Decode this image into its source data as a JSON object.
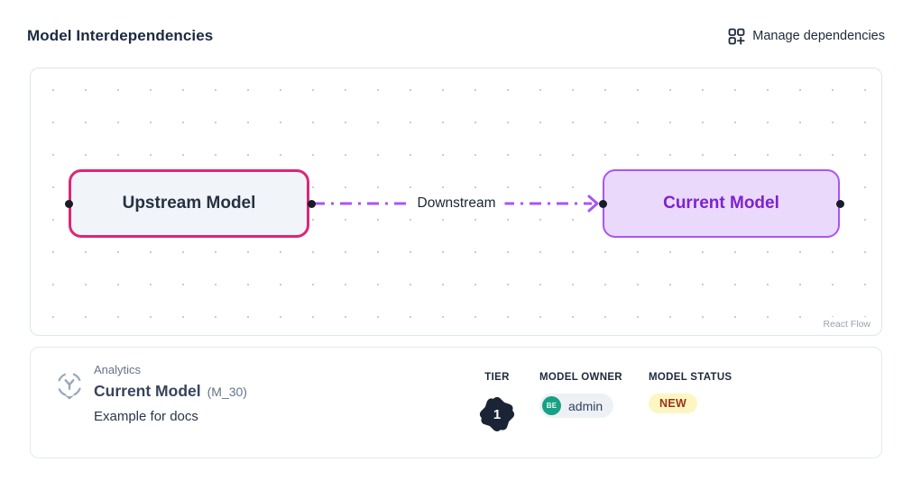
{
  "header": {
    "title": "Model Interdependencies",
    "manage_button": {
      "label": "Manage dependencies",
      "icon": "grid-plus-icon"
    }
  },
  "flow": {
    "nodes": [
      {
        "id": "upstream",
        "label": "Upstream Model",
        "border_color": "#db2777",
        "bg_color": "#f1f4f9",
        "text_color": "#273142"
      },
      {
        "id": "current",
        "label": "Current Model",
        "border_color": "#a855f7",
        "bg_color": "#ead9fb",
        "text_color": "#7e22ce"
      }
    ],
    "edge": {
      "label": "Downstream",
      "color": "#a855f7",
      "style": "dashed-arrow"
    },
    "attribution": "React Flow"
  },
  "details": {
    "category": "Analytics",
    "model_name": "Current Model",
    "model_code": "(M_30)",
    "description": "Example for docs",
    "tier": {
      "label": "TIER",
      "value": "1",
      "badge_color": "#1b2437"
    },
    "owner": {
      "label": "MODEL OWNER",
      "avatar_initials": "BE",
      "avatar_color": "#16a085",
      "name": "admin"
    },
    "status": {
      "label": "MODEL STATUS",
      "value": "NEW",
      "bg_color": "#fdf6c3",
      "text_color": "#9a3412"
    }
  }
}
